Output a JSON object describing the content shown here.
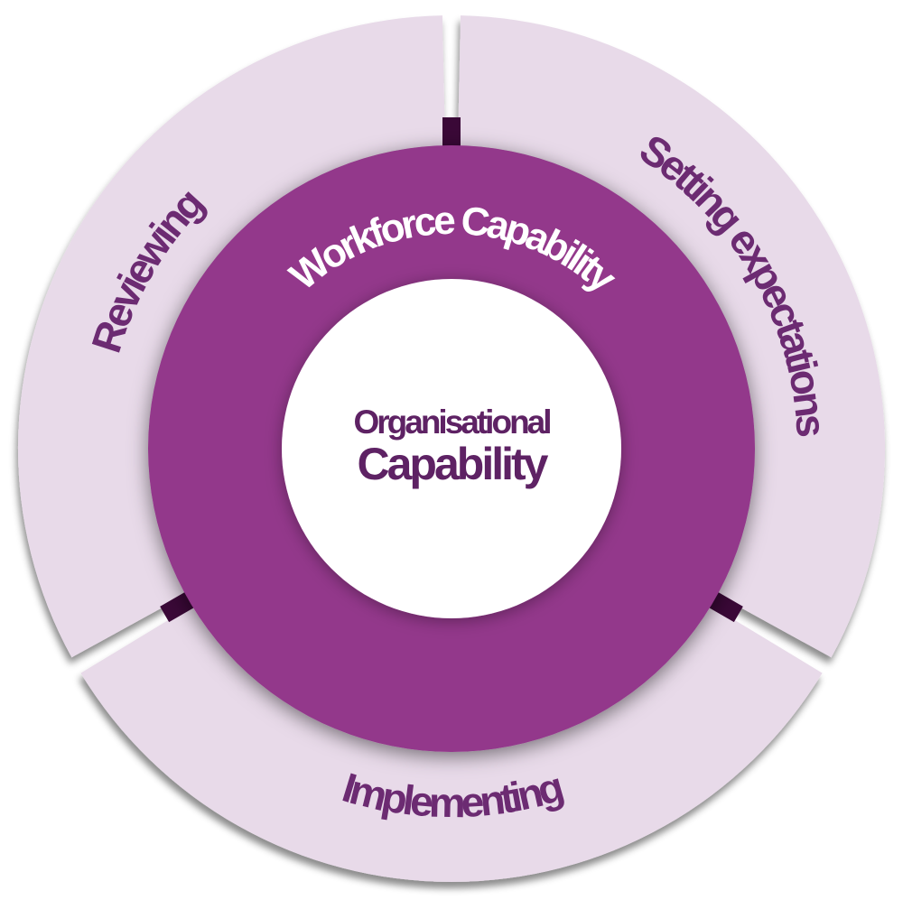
{
  "diagram": {
    "type": "circular-capability-wheel",
    "center": {
      "line1": "Organisational",
      "line2": "Capability"
    },
    "inner_ring_label": "Workforce Capability",
    "outer_segments": [
      {
        "label": "Setting expectations",
        "position": "top-right"
      },
      {
        "label": "Implementing",
        "position": "bottom"
      },
      {
        "label": "Reviewing",
        "position": "top-left"
      }
    ],
    "colors": {
      "outer_ring": "#E8DAE9",
      "inner_ring": "#93398B",
      "divider_notch": "#3A0837",
      "segment_label_text": "#6C2B72",
      "inner_ring_label_text": "#FFFFFF",
      "center_circle": "#FFFFFF",
      "center_text": "#5E2264"
    }
  }
}
